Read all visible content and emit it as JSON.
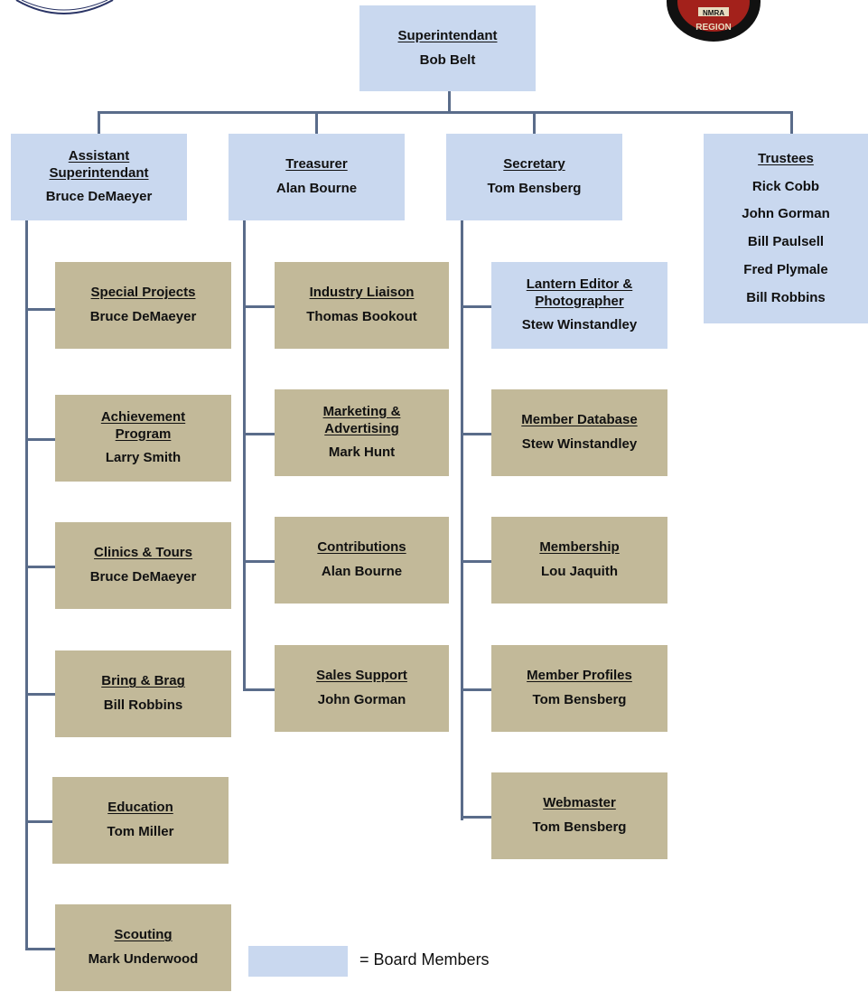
{
  "colors": {
    "board": "#c9d8ef",
    "committee": "#c2b999",
    "connector": "#5a6c8a"
  },
  "superintendant": {
    "title": "Superintendant",
    "name": "Bob Belt"
  },
  "assistant": {
    "title_line1": "Assistant",
    "title_line2": "Superintendant",
    "name": "Bruce DeMaeyer"
  },
  "treasurer": {
    "title": "Treasurer",
    "name": "Alan Bourne"
  },
  "secretary": {
    "title": "Secretary",
    "name": "Tom Bensberg"
  },
  "trustees": {
    "title": "Trustees",
    "names": [
      "Rick Cobb",
      "John Gorman",
      "Bill Paulsell",
      "Fred Plymale",
      "Bill Robbins"
    ]
  },
  "assistant_committees": [
    {
      "title": "Special Projects",
      "name": "Bruce DeMaeyer"
    },
    {
      "title_line1": "Achievement",
      "title_line2": "Program",
      "name": "Larry Smith"
    },
    {
      "title": "Clinics & Tours",
      "name": "Bruce DeMaeyer"
    },
    {
      "title": "Bring & Brag",
      "name": "Bill Robbins"
    },
    {
      "title": "Education",
      "name": "Tom Miller"
    },
    {
      "title": "Scouting",
      "name": "Mark Underwood"
    }
  ],
  "treasurer_committees": [
    {
      "title": "Industry Liaison",
      "name": "Thomas Bookout"
    },
    {
      "title_line1": "Marketing &",
      "title_line2": "Advertising",
      "name": "Mark Hunt"
    },
    {
      "title": "Contributions",
      "name": "Alan Bourne"
    },
    {
      "title": "Sales Support",
      "name": "John Gorman"
    }
  ],
  "secretary_committees": [
    {
      "title_line1": "Lantern Editor &",
      "title_line2": "Photographer",
      "name": "Stew Winstandley"
    },
    {
      "title": "Member Database",
      "name": "Stew Winstandley"
    },
    {
      "title": "Membership",
      "name": "Lou Jaquith"
    },
    {
      "title": "Member Profiles",
      "name": "Tom Bensberg"
    },
    {
      "title": "Webmaster",
      "name": "Tom Bensberg"
    }
  ],
  "region_logo_text": "REGION",
  "legend": {
    "text": "= Board Members"
  }
}
